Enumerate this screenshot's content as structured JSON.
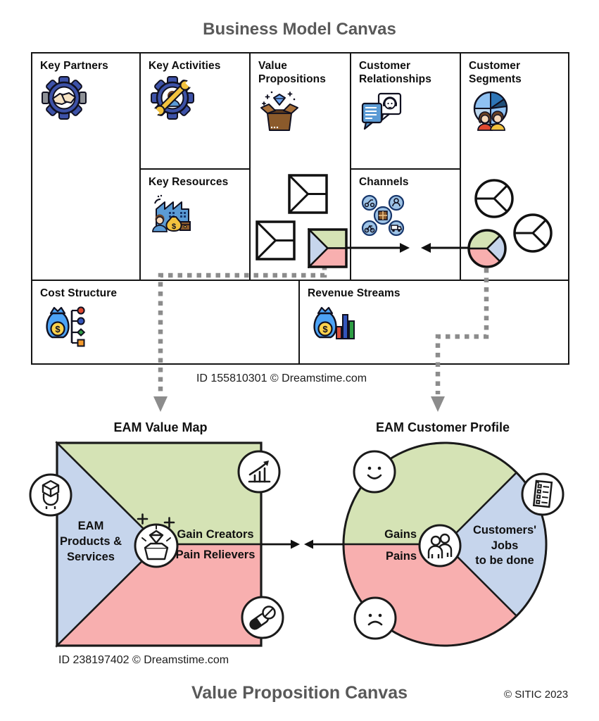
{
  "page": {
    "title": "Business Model Canvas",
    "footer_title": "Value Proposition Canvas",
    "copyright": "© SITIC 2023"
  },
  "bmc": {
    "credit": "ID 155810301 © Dreamstime.com",
    "currency_glyph": "$",
    "cells": {
      "key_partners": "Key Partners",
      "key_activities": "Key Activities",
      "key_resources": "Key Resources",
      "value_propositions": "Value Propositions",
      "customer_relationships": "Customer Relationships",
      "channels": "Channels",
      "customer_segments": "Customer Segments",
      "cost_structure": "Cost Structure",
      "revenue_streams": "Revenue Streams"
    }
  },
  "value_map": {
    "title": "EAM Value Map",
    "credit": "ID 238197402 © Dreamstime.com",
    "products_lines": [
      "EAM",
      "Products &",
      "Services"
    ],
    "gain_creators": "Gain Creators",
    "pain_relievers": "Pain Relievers"
  },
  "customer_profile": {
    "title": "EAM Customer Profile",
    "gains": "Gains",
    "pains": "Pains",
    "jobs_lines": [
      "Customers'",
      "Jobs",
      "to be done"
    ]
  },
  "colors": {
    "gains_green": "#D5E3B5",
    "products_blue": "#C6D5EC",
    "pains_pink": "#F8AFAF",
    "title_gray": "#595959",
    "connector_gray": "#8C8C8C"
  }
}
